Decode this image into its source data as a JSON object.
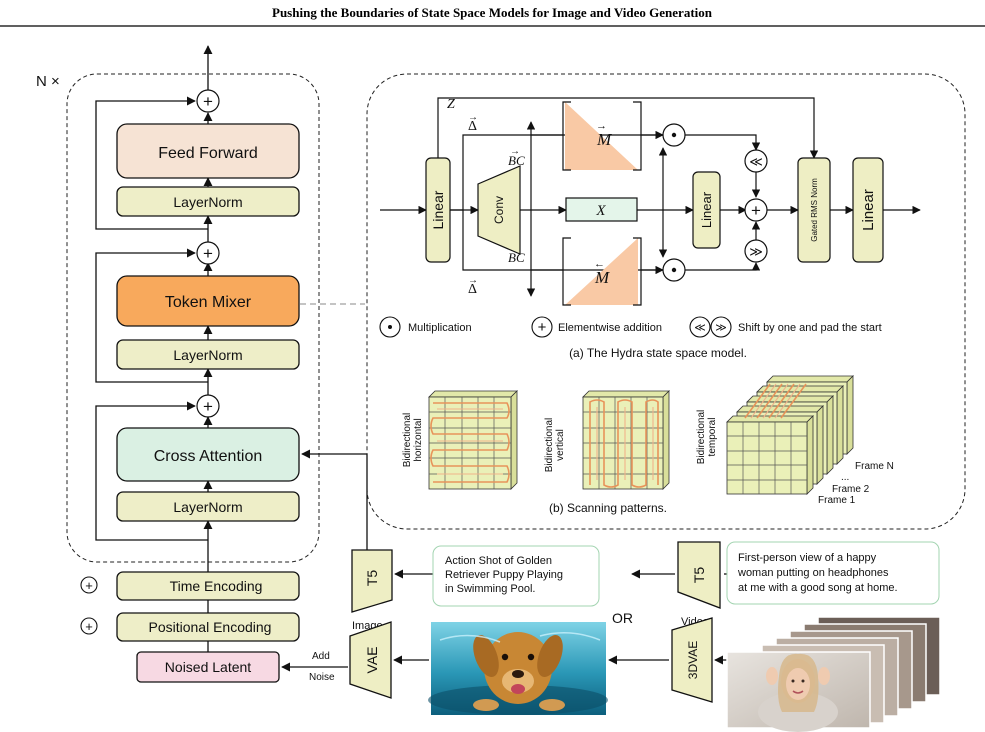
{
  "page_title": "Pushing the Boundaries of State Space Models for Image and Video Generation",
  "block": {
    "repeat_label": "N ×",
    "feed_forward": "Feed Forward",
    "layernorm_1": "LayerNorm",
    "token_mixer": "Token Mixer",
    "layernorm_2": "LayerNorm",
    "cross_attention": "Cross Attention",
    "layernorm_3": "LayerNorm",
    "time_encoding": "Time Encoding",
    "positional_encoding": "Positional Encoding",
    "noised_latent": "Noised Latent",
    "plus_symbol": "+"
  },
  "hydra": {
    "z_label": "Z",
    "delta_label": "Δ",
    "bc_label": "BC",
    "m_label": "M",
    "x_label": "X",
    "linear_label": "Linear",
    "conv_label": "Conv",
    "gated_norm_label": "Gated RMS Norm",
    "shift_left_symbol": "≪",
    "shift_right_symbol": "≫",
    "mult_symbol": "•",
    "legend_multiplication": "Multiplication",
    "legend_addition": "Elementwise addition",
    "legend_shift": "Shift by one and pad the start",
    "caption_a": "(a) The Hydra state space model.",
    "colors": {
      "matrix_fill": "#f9c9a5",
      "x_box": "#e4f5ea",
      "linear_box": "#eeeec4"
    }
  },
  "scanning": {
    "horizontal_label_1": "Bidirectional",
    "horizontal_label_2": "horizontal",
    "vertical_label_1": "Bidirectional",
    "vertical_label_2": "vertical",
    "temporal_label_1": "Bidirectional",
    "temporal_label_2": "temporal",
    "frame_n": "Frame N",
    "frame_2": "Frame 2",
    "frame_1": "Frame 1",
    "frame_dots": "...",
    "caption_b": "(b) Scanning patterns."
  },
  "inputs": {
    "t5_label": "T5",
    "vae_label": "VAE",
    "vae3d_label": "3DVAE",
    "image_label": "Image",
    "video_label": "Video",
    "or_label": "OR",
    "add_noise_1": "Add",
    "add_noise_2": "Noise",
    "image_prompt": [
      "Action Shot of Golden",
      "Retriever Puppy Playing",
      "in Swimming Pool."
    ],
    "video_prompt": [
      "First-person view of a happy",
      "woman putting on headphones",
      "at me with a good song at home."
    ]
  },
  "colors": {
    "feed_forward": "#f6e3d4",
    "layernorm": "#eeeec8",
    "token_mixer": "#f8a95c",
    "cross_attention": "#daf0e3",
    "noised_latent": "#f7d9e3",
    "trapezoid": "#eeeec4"
  }
}
